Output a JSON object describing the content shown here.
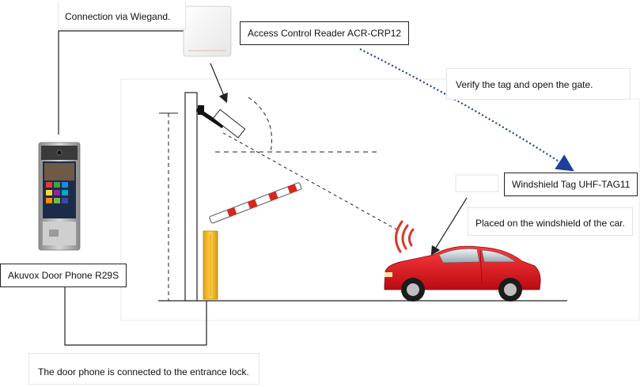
{
  "labels": {
    "wiegand": "Connection via Wiegand.",
    "reader": "Access Control Reader ACR-CRP12",
    "verify": "Verify the tag and open the gate.",
    "tag": "Windshield Tag UHF-TAG11",
    "placed": "Placed on the windshield of the car.",
    "door_phone": "Akuvox Door Phone R29S",
    "entrance": "The door phone is connected to the entrance lock."
  },
  "colors": {
    "line": "#222222",
    "dotted_arrow": "#1f3f9a",
    "car": "#e0151c",
    "barrier_post": "#f0b81e",
    "barrier_stripe": "#d9261c",
    "signal": "#d63a2f",
    "device_frame": "#9a9a9a"
  },
  "icons": [
    "door-phone-icon",
    "reader-icon",
    "tag-icon",
    "car-icon",
    "barrier-gate-icon",
    "signal-icon"
  ]
}
